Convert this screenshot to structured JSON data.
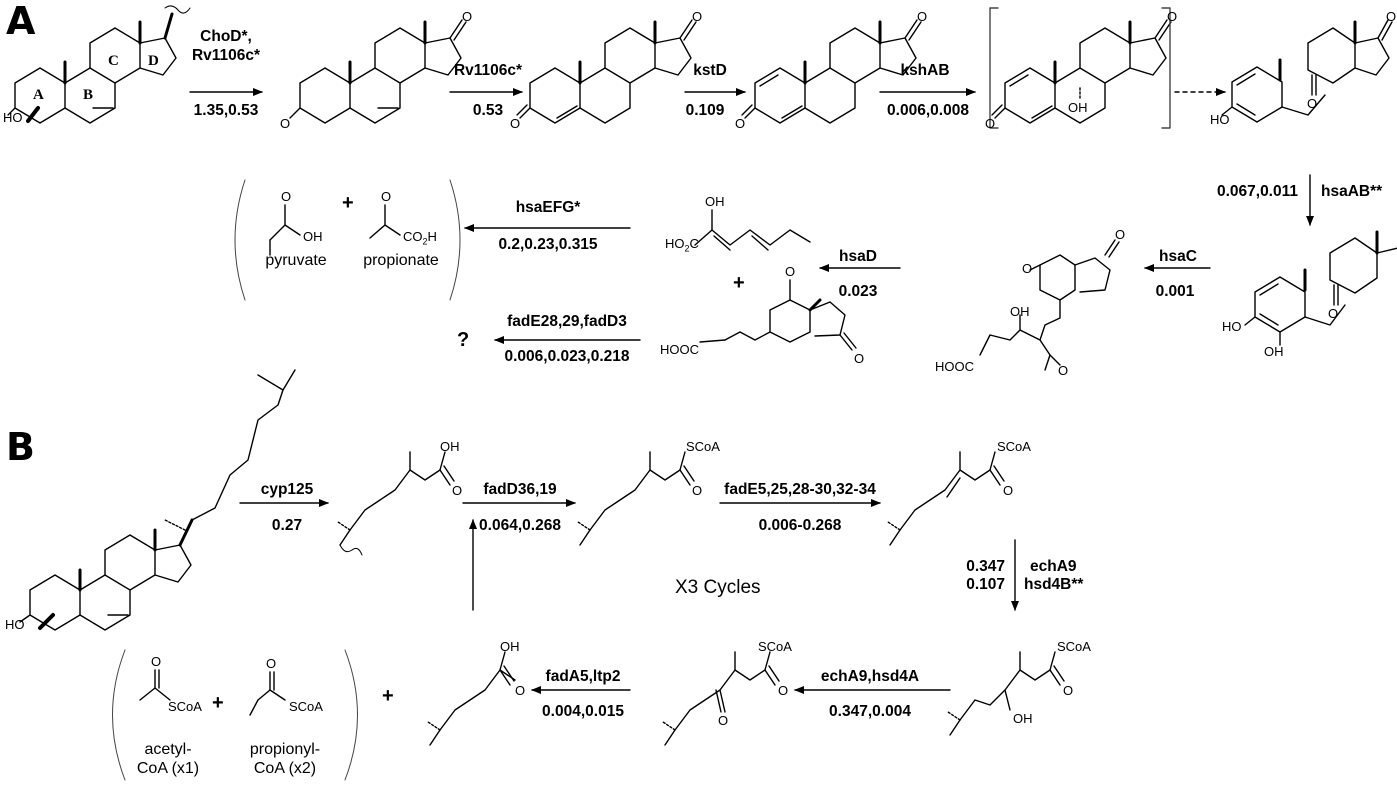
{
  "panels": {
    "a": "A",
    "b": "B"
  },
  "pathway_a": {
    "steps": [
      {
        "enzyme": "ChoD*,",
        "enzyme2": "Rv1106c*",
        "value": "1.35,0.53"
      },
      {
        "enzyme": "Rv1106c*",
        "value": "0.53"
      },
      {
        "enzyme": "kstD",
        "value": "0.109"
      },
      {
        "enzyme": "kshAB",
        "value": "0.006,0.008"
      },
      {
        "enzyme": "hsaAB**",
        "value": "0.067,0.011"
      },
      {
        "enzyme": "hsaC",
        "value": "0.001"
      },
      {
        "enzyme": "hsaD",
        "value": "0.023"
      },
      {
        "enzyme": "hsaEFG*",
        "value": "0.2,0.23,0.315"
      },
      {
        "enzyme": "fadE28,29,fadD3",
        "value": "0.006,0.023,0.218"
      }
    ],
    "ring_labels": [
      "A",
      "B",
      "C",
      "D"
    ],
    "plus": "+",
    "question": "?",
    "products": {
      "pyruvate": "pyruvate",
      "propionate": "propionate"
    },
    "atoms": {
      "ho": "HO",
      "o": "O",
      "oh": "OH",
      "ho2c": "HO",
      "co2h": "CO",
      "sub2": "2",
      "h": "H",
      "hooc": "HOOC",
      "hooc2": "HOOC"
    }
  },
  "pathway_b": {
    "steps": [
      {
        "enzyme": "cyp125",
        "value": "0.27"
      },
      {
        "enzyme": "fadD36,19",
        "value": "0.064,0.268"
      },
      {
        "enzyme": "fadE5,25,28-30,32-34",
        "value": "0.006-0.268"
      },
      {
        "enzyme": "echA9",
        "enzyme2": "hsd4B**",
        "value": "0.347",
        "value2": "0.107"
      },
      {
        "enzyme": "echA9,hsd4A",
        "value": "0.347,0.004"
      },
      {
        "enzyme": "fadA5,ltp2",
        "value": "0.004,0.015"
      }
    ],
    "cycles": "X3 Cycles",
    "plus": "+",
    "products": {
      "acetyl_line1": "acetyl-",
      "acetyl_line2": "CoA (x1)",
      "propionyl_line1": "propionyl-",
      "propionyl_line2": "CoA (x2)"
    },
    "atoms": {
      "ho": "HO",
      "oh": "OH",
      "o": "O",
      "scoa": "SCoA"
    }
  },
  "colors": {
    "ink": "#000000",
    "arrow": "#000000",
    "bracket": "#444444"
  }
}
